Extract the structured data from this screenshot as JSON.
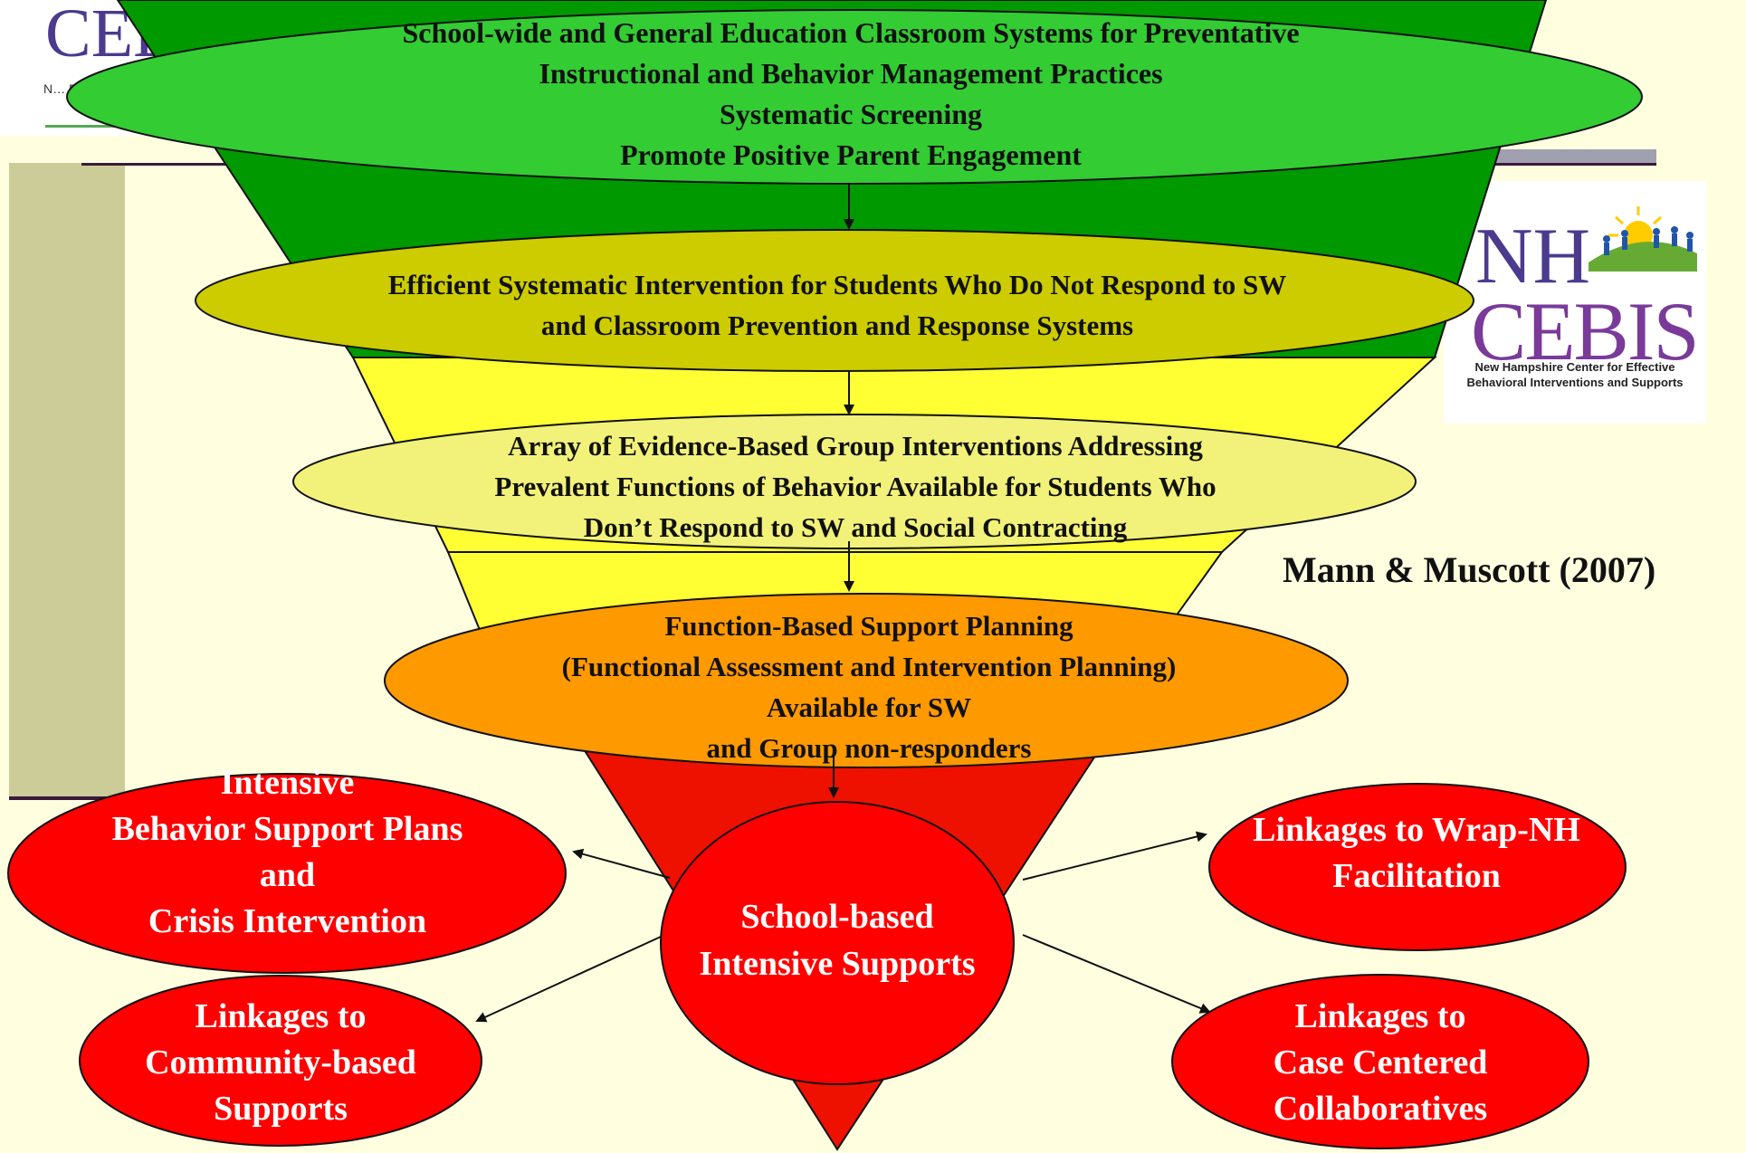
{
  "colors": {
    "background": "#ffffe0",
    "tier1_green": "#33cc33",
    "tier1_funnel": "#009900",
    "tier2_olive": "#cccc00",
    "tier2_funnel": "#ffff33",
    "tier3_pale": "#f2f27a",
    "tier4_orange": "#ff9900",
    "tier5_red": "#ee1100",
    "node_red": "#ff0000"
  },
  "logo_top": {
    "text": "CEBIS",
    "small": "N… Behavi…"
  },
  "logo_right": {
    "line1": "NH",
    "line2": "CEBIS",
    "sub1": "New Hampshire Center for Effective",
    "sub2": "Behavioral Interventions and Supports"
  },
  "citation": "Mann & Muscott (2007)",
  "tiers": [
    {
      "lines": [
        "School-wide and General Education Classroom Systems for Preventative",
        "Instructional and Behavior Management Practices",
        "Systematic Screening",
        "Promote Positive Parent Engagement"
      ]
    },
    {
      "lines": [
        "Efficient Systematic Intervention for Students Who Do Not Respond to SW",
        "and Classroom Prevention and Response Systems"
      ]
    },
    {
      "lines": [
        "Array of Evidence-Based Group Interventions Addressing",
        "Prevalent Functions of Behavior Available for Students Who",
        "Don’t Respond to SW and Social Contracting"
      ]
    },
    {
      "lines": [
        "Function-Based Support Planning",
        "(Functional Assessment and Intervention Planning)",
        "Available for SW",
        "and Group non-responders"
      ]
    }
  ],
  "center_node": {
    "lines": [
      "School-based",
      "Intensive Supports"
    ]
  },
  "satellites": {
    "top_left": {
      "lines": [
        "Intensive",
        "Behavior Support Plans",
        "and",
        "Crisis Intervention"
      ]
    },
    "bottom_left": {
      "lines": [
        "Linkages to",
        "Community-based",
        "Supports"
      ]
    },
    "top_right": {
      "lines": [
        "Linkages to Wrap-NH",
        "Facilitation"
      ]
    },
    "bottom_right": {
      "lines": [
        "Linkages to",
        "Case Centered",
        "Collaboratives"
      ]
    }
  }
}
